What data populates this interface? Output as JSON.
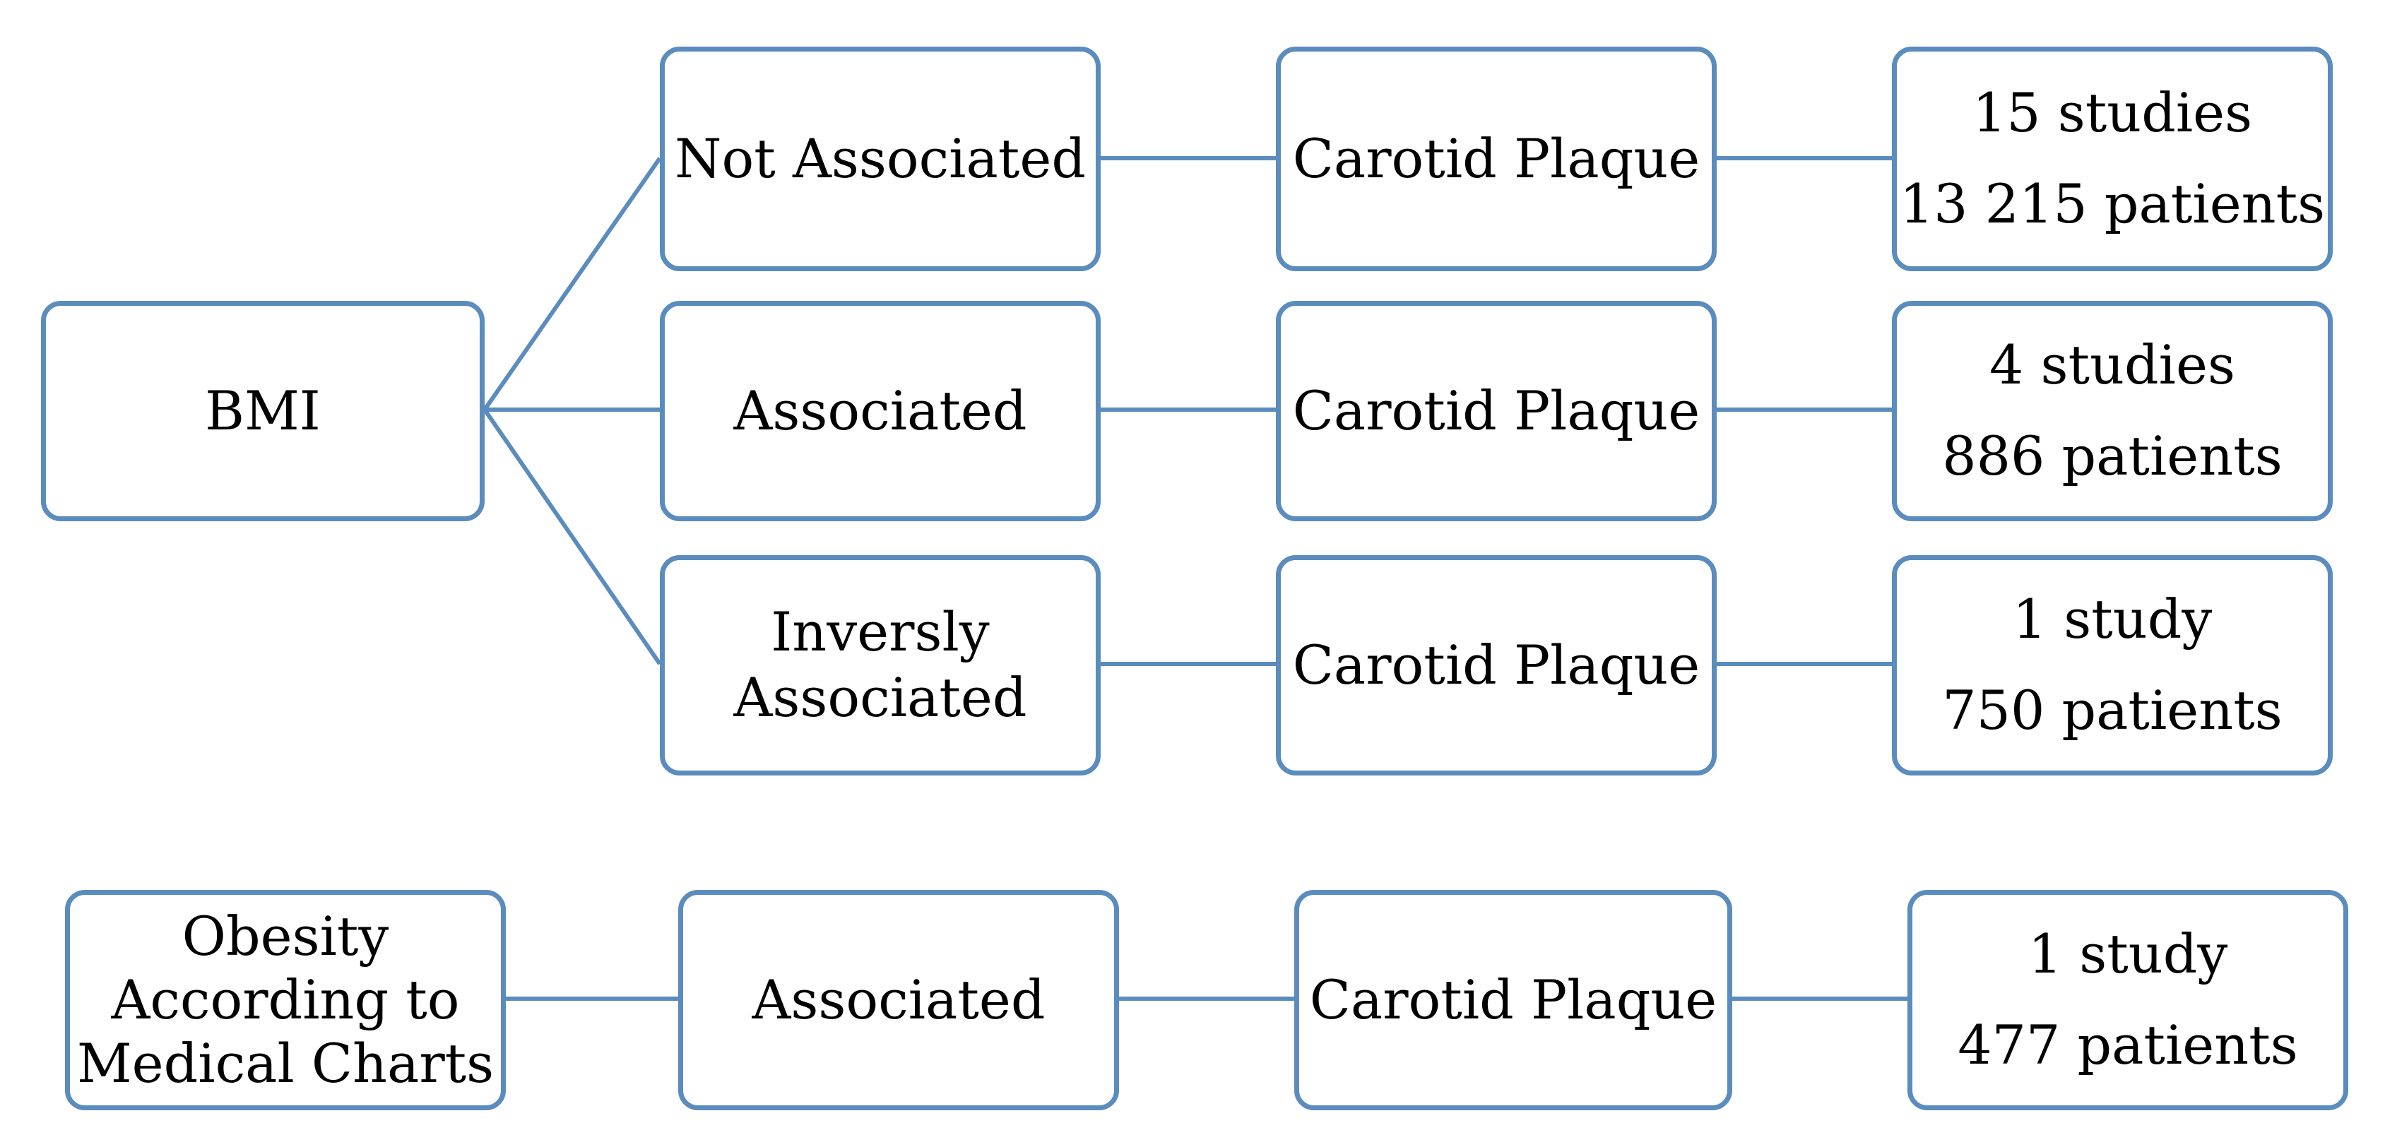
{
  "colors": {
    "border": "#5b8cbe",
    "line": "#5b8cbe",
    "text": "#000000",
    "background": "#ffffff"
  },
  "bmi_group": {
    "source": "BMI",
    "rows": [
      {
        "association": "Not Associated",
        "outcome": "Carotid Plaque",
        "studies": "15 studies",
        "patients": "13 215 patients"
      },
      {
        "association": "Associated",
        "outcome": "Carotid Plaque",
        "studies": "4 studies",
        "patients": "886 patients"
      },
      {
        "association_lines": [
          "Inversly",
          "Associated"
        ],
        "outcome": "Carotid Plaque",
        "studies": "1 study",
        "patients": "750 patients"
      }
    ]
  },
  "obesity_group": {
    "source_lines": [
      "Obesity",
      "According to",
      "Medical Charts"
    ],
    "association": "Associated",
    "outcome": "Carotid Plaque",
    "studies": "1 study",
    "patients": "477 patients"
  }
}
